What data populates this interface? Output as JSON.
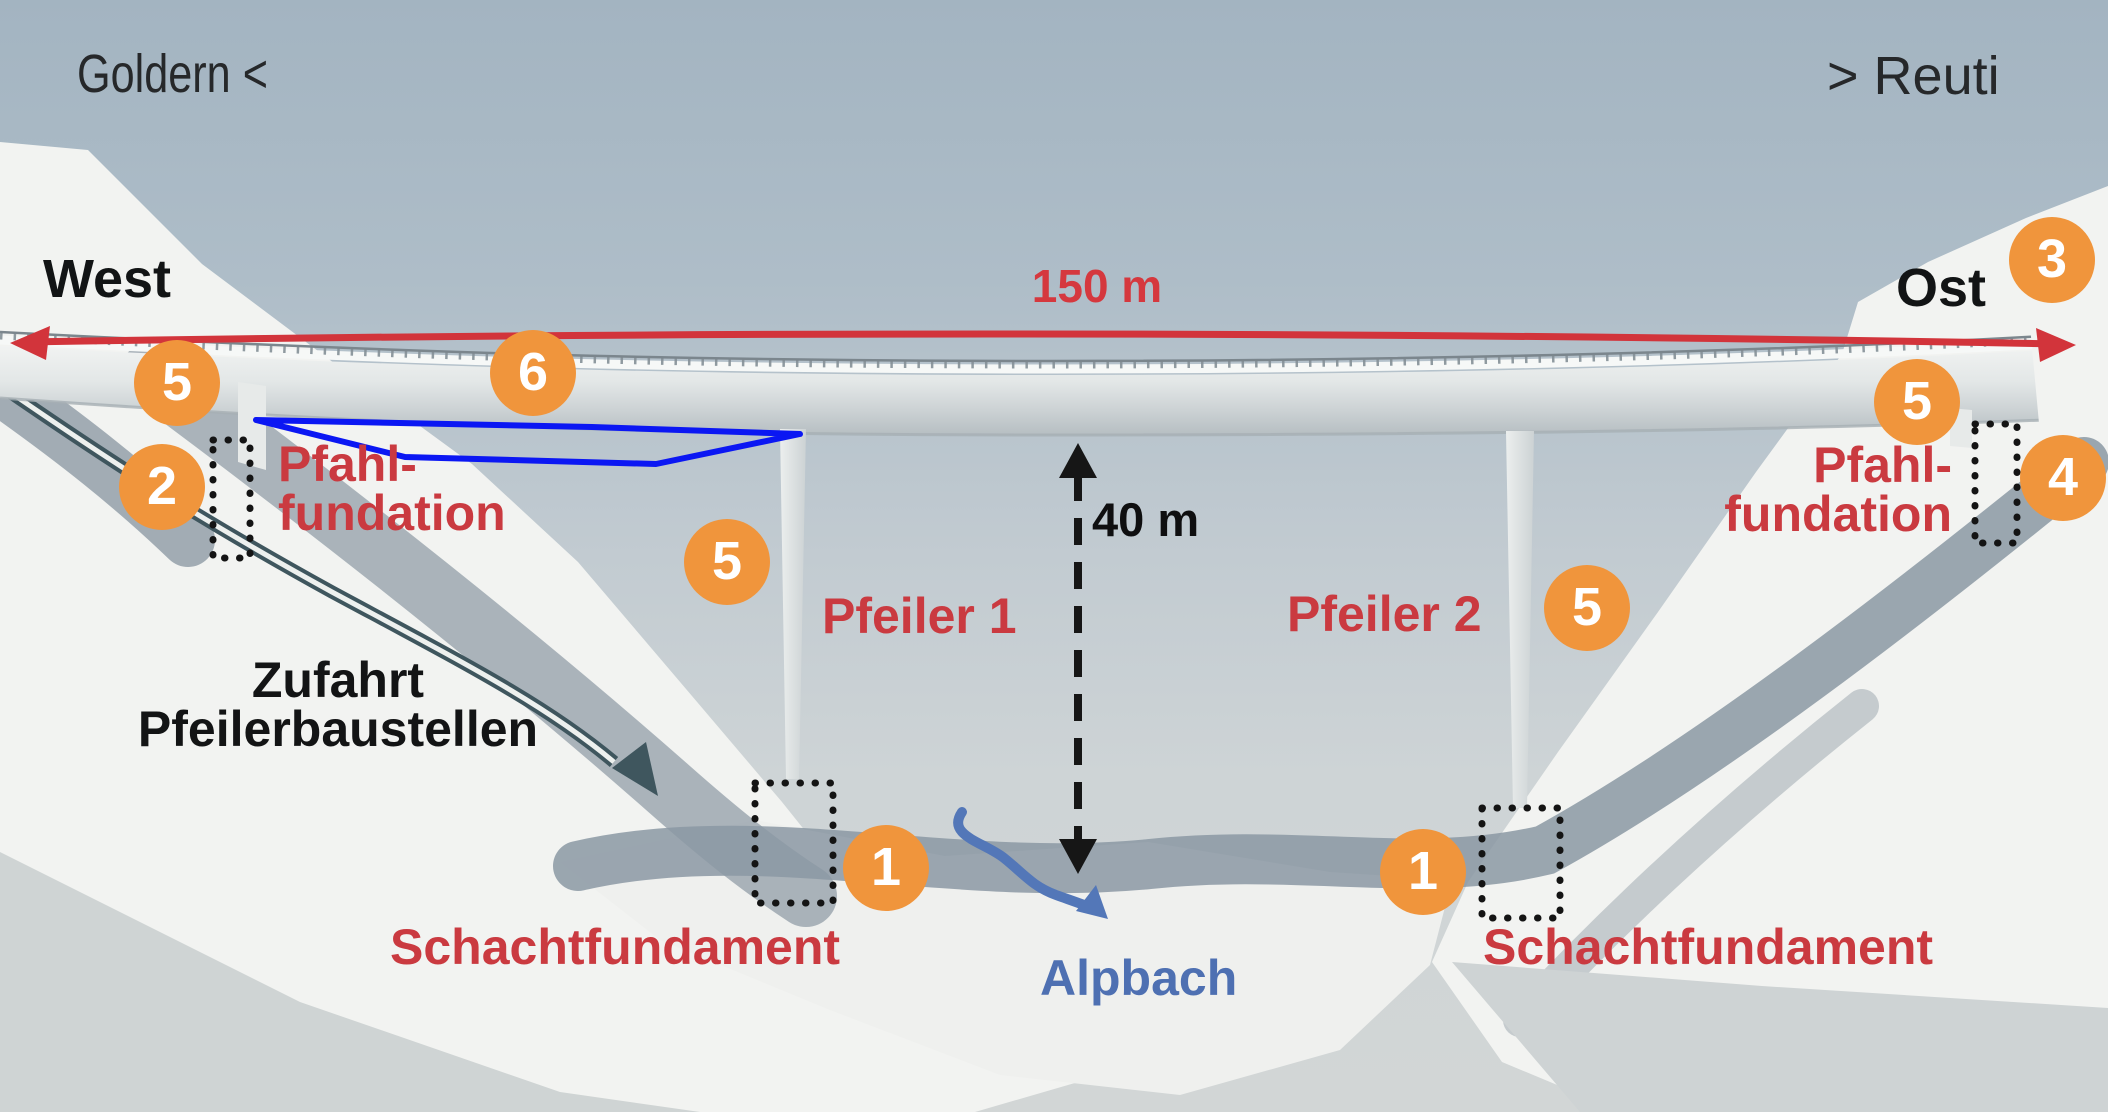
{
  "scene": {
    "description": "Annotated 3D rendering of a valley viaduct construction site with numbered construction-stage markers",
    "span_bridge": "viaduct over Alpbach valley between Goldern (west) and Reuti (east)"
  },
  "top": {
    "left_destination": "Goldern <",
    "right_destination": "> Reuti"
  },
  "compass": {
    "west": "West",
    "east": "Ost"
  },
  "measurements": {
    "span_label": "150 m",
    "height_label": "40 m"
  },
  "labels": {
    "pile_foundation": {
      "line1": "Pfahl-",
      "line2": "fundation"
    },
    "pier1": "Pfeiler 1",
    "pier2": "Pfeiler 2",
    "access": {
      "line1": "Zufahrt",
      "line2": "Pfeilerbaustellen"
    },
    "shaft_foundation": "Schachtfundament",
    "stream": "Alpbach"
  },
  "markers": [
    {
      "label": "5",
      "location": "west-abutment"
    },
    {
      "label": "2",
      "location": "west-slope-access"
    },
    {
      "label": "6",
      "location": "deck-west"
    },
    {
      "label": "5",
      "location": "pier1"
    },
    {
      "label": "1",
      "location": "pier1-shaft-foundation"
    },
    {
      "label": "5",
      "location": "pier2"
    },
    {
      "label": "1",
      "location": "pier2-shaft-foundation"
    },
    {
      "label": "5",
      "location": "east-abutment"
    },
    {
      "label": "3",
      "location": "east-hill"
    },
    {
      "label": "4",
      "location": "east-pile-foundation"
    }
  ],
  "icons": {
    "span_arrow": "double-headed-horizontal-arrow",
    "height_arrow": "dashed-double-headed-vertical-arrow",
    "access_road_arrow": "curved-road-arrow",
    "stream_arrow": "curved-stream-arrow",
    "foundation_outline": "dotted-rectangle",
    "launching_area_outline": "blue-quadrilateral"
  },
  "colors": {
    "marker_orange": "#f0953c",
    "annotation_red": "#ca3a40",
    "arrow_red": "#d2343b",
    "outline_blue": "#0b17f3",
    "stream_blue": "#4e70b2",
    "road_dark": "#3f565e",
    "sky_top": "#a3b4c1",
    "terrain_white": "#f2f3f1",
    "shadow_gray": "#8d9aa5"
  }
}
